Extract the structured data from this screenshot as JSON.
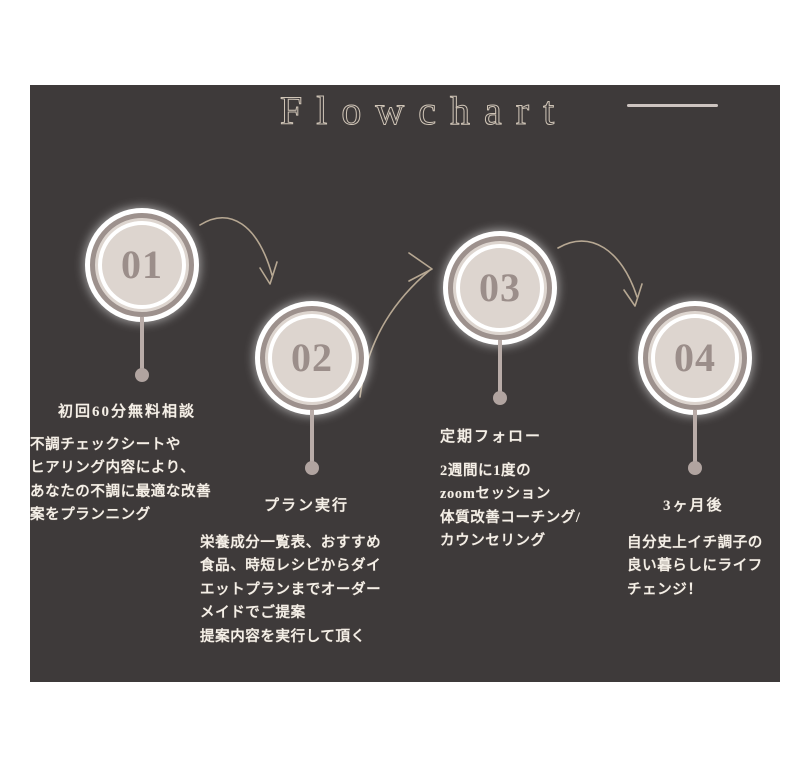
{
  "page": {
    "background": "#ffffff",
    "panel_color": "#3e3a3a"
  },
  "header": {
    "title": "Flowchart",
    "rule": "horizontal-rule"
  },
  "colors": {
    "panel": "#3e3a3a",
    "circle_fill": "#ddd5cf",
    "circle_ring": "#9d918d",
    "glow": "#ffffff",
    "number": "#9b8e8a",
    "text": "#f4efe7",
    "stem": "#b9aca8",
    "arrow": "#b7a893",
    "rule": "#cdc4c0"
  },
  "steps": [
    {
      "number": "01",
      "title": "初回60分無料相談",
      "body": "不調チェックシートや\nヒアリング内容により、\nあなたの不調に最適な改善\n案をプランニング"
    },
    {
      "number": "02",
      "title": "プラン実行",
      "body": "栄養成分一覧表、おすすめ\n食品、時短レシピからダイ\nエットプランまでオーダー\nメイドでご提案\n提案内容を実行して頂く"
    },
    {
      "number": "03",
      "title": "定期フォロー",
      "body": "2週間に1度の\nzoomセッション\n体質改善コーチング/\nカウンセリング"
    },
    {
      "number": "04",
      "title": "3ヶ月後",
      "body": "自分史上イチ調子の\n良い暮らしにライフ\nチェンジ！"
    }
  ],
  "arrows": [
    {
      "name": "arrow-step1-to-step2",
      "from": "01",
      "to": "02"
    },
    {
      "name": "arrow-step2-to-step3",
      "from": "02",
      "to": "03"
    },
    {
      "name": "arrow-step3-to-step4",
      "from": "03",
      "to": "04"
    }
  ]
}
